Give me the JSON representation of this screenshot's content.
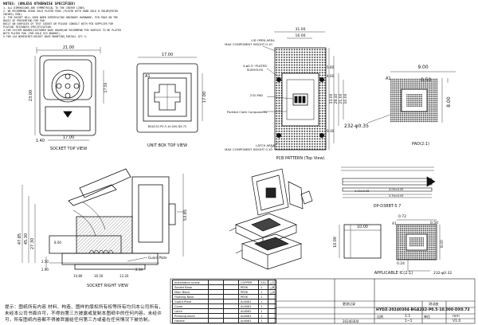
{
  "notes": {
    "title": "NOTES: (UNLESS OTHERWISE SPECIFIED)",
    "lines": [
      "1. ALL DIMENSIONS ARE SYMMETRICAL TO THE CENTER LINES.",
      "2. WE RECOMMEND USING GOLD PLATED PADS (PLATED WITH HARD GOLD 0.381UM(MICRO INCHES) MIN).",
      "3. THE SOCKET WILL USED WHEN INTERFACING ORDINARY HARDWARE, PCB PADS ON THE BASIS OF PREVENTING FOR PAD",
      "BUILT ON SURFACES OF TEST SOCKET OR PLEASE CONSULT WITH PCB SUPPLIER FOR PLATING THICKNESS SPECIFICATION.",
      "4.FOR SYSTEM BOARDS(CUSTOMER BASE BOARD)WE RECOMMEND PCB SURFACE TO BE PLATED",
      "WITH PLATED PAD (FOR GOLD SIG BOARDS).",
      "5.FOR LGA WSHEOCKET/SOCKET BASE MOUNTING,INSTALL QTY 4."
    ]
  },
  "views": {
    "socket_top": "SOCKET TOP VIEW",
    "unit_box_top": "UNIT BOX TOP VIEW",
    "pcb_pattern": "PCB PATTERN (Top View)",
    "pad": "PAD(2:1)",
    "socket_right": "SOCKET RIGHT VIEW",
    "dp": "DP-D38BT-5.7",
    "applicable_ic": "APPLICABLE IC(2:1)"
  },
  "dims": {
    "top_w": "21.00",
    "top_h": "23.00",
    "top_side": "1.40",
    "top_bottom": "17.00",
    "top_d": "17.50",
    "box_w": "17.00",
    "box_h": "17.00",
    "box_label": "BGA232-P0.5-10.000-DX.72",
    "box_a1": "A1",
    "pcb_w1": "31.00",
    "pcb_w2": "16.00",
    "pcb_h1": "33.00",
    "pcb_h2": "28.40",
    "pcb_h3": "21.00",
    "pcb_h4": "10.00",
    "pcb_v1": "5.80",
    "pcb_v2": "4.60",
    "pcb_v3": "9.30",
    "lid_open": "LID OPEN AREA",
    "lid_max": "MAX COMPONENT HEIGHT 0.10",
    "plated": "4-φ4.3~PLATED",
    "sushole": "SUSHOLES",
    "pad_232": "232-PAD",
    "prohibit": "Prohibit Cloth Components",
    "latch_area": "LATCH AREA",
    "latch_max": "MAX COMPONENT HEIGHT 0.10",
    "pad_a1": "A1",
    "pad_w": "9.00",
    "pad_p": "0.50",
    "pad_h": "8.00",
    "pad_d": "232-φ0.35",
    "side_1": "47.85",
    "side_2": "53.85",
    "side_3": "45.30",
    "side_4": "27.30",
    "side_5": "8.00",
    "side_6": "2.50",
    "side_7": "2.90",
    "side_8": "14.80",
    "side_9": "16.50",
    "side_10": "13.20",
    "side_11": "2.10",
    "guard": "Guard Plate",
    "dp_1": "1.10±0.05",
    "dp_2": "4.00±0.05",
    "dp_3": "3.30±0.05",
    "ic_w": "10.00",
    "ic_h": "10.00",
    "ic_a1": "A1",
    "ic_p1": "0.72",
    "ic_p2": "0.50",
    "ic_p3": "8.00",
    "ic_p4": "0.24",
    "ic_d": "232-φ0.32"
  },
  "bom": [
    [
      "Installation screw",
      "",
      "",
      "COPPER",
      "232",
      "△C"
    ],
    [
      "Socket Base",
      "",
      "",
      "PEEK",
      "1",
      "△B"
    ],
    [
      "Main Block",
      "",
      "",
      "PEEK",
      "1",
      "△A"
    ],
    [
      "Floating Base",
      "",
      "",
      "PEEK",
      "1",
      ""
    ],
    [
      "Guard Plate",
      "",
      "",
      "AL6061",
      "1",
      ""
    ],
    [
      "Cover",
      "",
      "",
      "AL6061",
      "1",
      ""
    ],
    [
      "Latch",
      "",
      "",
      "AL6061",
      "1",
      ""
    ],
    [
      "Pressing block",
      "",
      "",
      "AL6061",
      "1",
      ""
    ],
    [
      "Handle",
      "",
      "",
      "AL6061",
      "1",
      ""
    ]
  ],
  "title_block": {
    "drawing_no": "HYDZ-20240304-BGA232-P0.5-10.000-DX0.72",
    "scale_label": "比例",
    "scale": "1:1",
    "unit_label": "单位",
    "unit": "mm",
    "date": "20240304",
    "sheet": "1~1",
    "version": "V1.0",
    "name_label": "测试座",
    "rev_label": "更改记录"
  },
  "bottom_note": "提示：图纸所有内容 材料、构造、图样的版权所有权等所有均归本公司所有，未经本公司书面许可，不得向第三方披露或复制本图纸中的任何内容。未经许可，所有图纸内容都不得被泄露给任何第三方或者在任何情况下被仿制。"
}
